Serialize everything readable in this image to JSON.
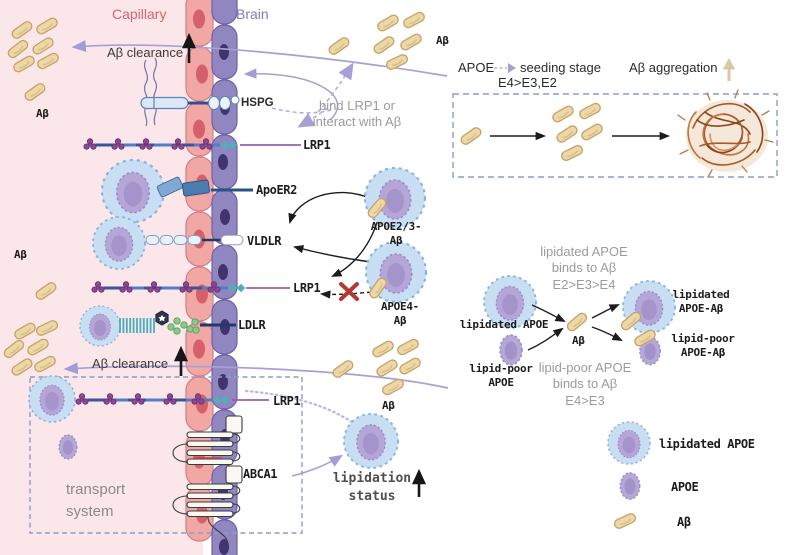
{
  "colors": {
    "capillary_bg": "#fbe6ea",
    "membrane_pink": "#f1a7a3",
    "membrane_purple": "#9086c0",
    "abeta_tan": "#ecd7a7",
    "apoe_purple": "#b6a8d6",
    "lipidated_blue": "#c8dff3",
    "arrow_purple": "#a8a0d5",
    "fibril_orange": "#a85a24",
    "cross_red": "#b23a32",
    "dash_box": "#8e9cc5"
  },
  "left_panel": {
    "capillary": "Capillary",
    "brain": "Brain",
    "ab_clearance_top": "Aβ clearance",
    "ab_top_left": "Aβ",
    "hspg": "HSPG",
    "lrp1_top": "LRP1",
    "bind_lrp1_line1": "bind LRP1 or",
    "bind_lrp1_line2": "interact with Aβ",
    "apoer2": "ApoER2",
    "apoe23_line1": "APOE2/3-",
    "apoe23_line2": "Aβ",
    "vldlr": "VLDLR",
    "lrp1_mid": "LRP1",
    "apoe4_line1": "APOE4-",
    "apoe4_line2": "Aβ",
    "ldlr": "LDLR",
    "ab_mid_left": "Aβ",
    "ab_clearance_bottom": "Aβ clearance",
    "transport_line1": "transport",
    "transport_line2": "system",
    "lrp1_bottom": "LRP1",
    "abca1": "ABCA1",
    "ab_near_cluster": "Aβ",
    "lipidation_line1": "lipidation",
    "lipidation_line2": "status"
  },
  "top_right": {
    "ab": "Aβ",
    "apoe": "APOE",
    "seeding_stage": "seeding stage",
    "allele_order": "E4>E3,E2",
    "ab_aggregation": "Aβ aggregation"
  },
  "bottom_right": {
    "lipidated_binds_line1": "lipidated APOE",
    "lipidated_binds_line2": "binds to Aβ",
    "lipidated_binds_line3": "E2>E3>E4",
    "lipidated_apoe": "lipidated APOE",
    "lipid_poor_line1": "lipid-poor",
    "lipid_poor_line2": "APOE",
    "ab": "Aβ",
    "lipidated_complex_line1": "lipidated",
    "lipidated_complex_line2": "APOE-Aβ",
    "lipid_poor_complex_line1": "lipid-poor",
    "lipid_poor_complex_line2": "APOE-Aβ",
    "lipid_poor_binds_line1": "lipid-poor APOE",
    "lipid_poor_binds_line2": "binds to Aβ",
    "lipid_poor_binds_line3": "E4>E3"
  },
  "legend": {
    "lipidated_apoe": "lipidated APOE",
    "apoe": "APOE",
    "ab": "Aβ"
  }
}
